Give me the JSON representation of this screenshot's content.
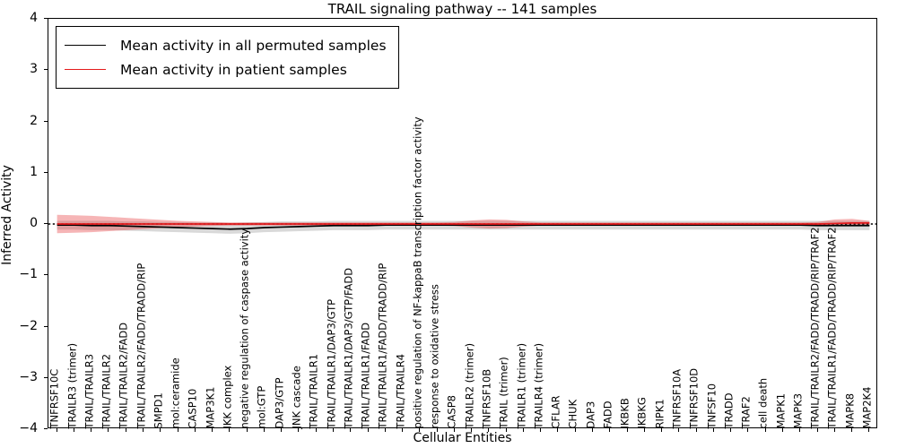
{
  "chart_data": {
    "type": "line",
    "title": "TRAIL signaling pathway -- 141 samples",
    "xlabel": "Cellular Entities",
    "ylabel": "Inferred Activity",
    "ylim": [
      -4,
      4
    ],
    "yticks": [
      -4,
      -3,
      -2,
      -1,
      0,
      1,
      2,
      3,
      4
    ],
    "grid": false,
    "legend_position": "upper left",
    "n_samples": 141,
    "categories": [
      "TNFRSF10C",
      "TRAILR3 (trimer)",
      "TRAIL/TRAILR3",
      "TRAIL/TRAILR2",
      "TRAIL/TRAILR2/FADD",
      "TRAIL/TRAILR2/FADD/TRADD/RIP",
      "SMPD1",
      "mol:ceramide",
      "CASP10",
      "MAP3K1",
      "IKK complex",
      "negative regulation of caspase activity",
      "mol:GTP",
      "DAP3/GTP",
      "JNK cascade",
      "TRAIL/TRAILR1",
      "TRAIL/TRAILR1/DAP3/GTP",
      "TRAIL/TRAILR1/DAP3/GTP/FADD",
      "TRAIL/TRAILR1/FADD",
      "TRAIL/TRAILR1/FADD/TRADD/RIP",
      "TRAIL/TRAILR4",
      "positive regulation of NF-kappaB transcription factor activity",
      "response to oxidative stress",
      "CASP8",
      "TRAILR2 (trimer)",
      "TNFRSF10B",
      "TRAIL (trimer)",
      "TRAILR1 (trimer)",
      "TRAILR4 (trimer)",
      "CFLAR",
      "CHUK",
      "DAP3",
      "FADD",
      "IKBKB",
      "IKBKG",
      "RIPK1",
      "TNFRSF10A",
      "TNFRSF10D",
      "TNFSF10",
      "TRADD",
      "TRAF2",
      "cell death",
      "MAPK1",
      "MAPK3",
      "TRAIL/TRAILR2/FADD/TRADD/RIP/TRAF2",
      "TRAIL/TRAILR1/FADD/TRADD/RIP/TRAF2",
      "MAPK8",
      "MAP2K4"
    ],
    "series": [
      {
        "name": "Mean activity in all permuted samples",
        "color": "#000000",
        "style": "solid",
        "values": [
          -0.02,
          -0.02,
          -0.03,
          -0.03,
          -0.04,
          -0.05,
          -0.06,
          -0.07,
          -0.08,
          -0.09,
          -0.1,
          -0.09,
          -0.07,
          -0.06,
          -0.05,
          -0.04,
          -0.03,
          -0.03,
          -0.03,
          -0.02,
          -0.02,
          -0.02,
          -0.02,
          -0.02,
          -0.02,
          -0.02,
          -0.02,
          -0.02,
          -0.02,
          -0.02,
          -0.02,
          -0.02,
          -0.02,
          -0.02,
          -0.02,
          -0.02,
          -0.02,
          -0.02,
          -0.02,
          -0.02,
          -0.02,
          -0.02,
          -0.02,
          -0.02,
          -0.03,
          -0.03,
          -0.03,
          -0.03
        ],
        "band_low": [
          -0.11,
          -0.11,
          -0.12,
          -0.12,
          -0.13,
          -0.14,
          -0.15,
          -0.16,
          -0.17,
          -0.18,
          -0.19,
          -0.18,
          -0.16,
          -0.15,
          -0.14,
          -0.13,
          -0.12,
          -0.12,
          -0.12,
          -0.11,
          -0.11,
          -0.11,
          -0.11,
          -0.11,
          -0.11,
          -0.11,
          -0.11,
          -0.11,
          -0.11,
          -0.11,
          -0.11,
          -0.11,
          -0.11,
          -0.11,
          -0.11,
          -0.11,
          -0.11,
          -0.11,
          -0.11,
          -0.11,
          -0.11,
          -0.11,
          -0.11,
          -0.11,
          -0.12,
          -0.12,
          -0.12,
          -0.12
        ],
        "band_high": [
          0.06,
          0.06,
          0.06,
          0.06,
          0.05,
          0.05,
          0.04,
          0.04,
          0.03,
          0.03,
          0.02,
          0.03,
          0.04,
          0.05,
          0.05,
          0.05,
          0.06,
          0.06,
          0.06,
          0.06,
          0.06,
          0.06,
          0.06,
          0.06,
          0.06,
          0.06,
          0.06,
          0.06,
          0.06,
          0.06,
          0.06,
          0.06,
          0.06,
          0.06,
          0.06,
          0.06,
          0.06,
          0.06,
          0.06,
          0.06,
          0.06,
          0.06,
          0.06,
          0.06,
          0.06,
          0.06,
          0.06,
          0.06
        ]
      },
      {
        "name": "Mean activity in patient samples",
        "color": "#e41a1c",
        "style": "solid",
        "values": [
          0.0,
          0.0,
          0.0,
          0.0,
          0.0,
          0.0,
          0.0,
          0.0,
          0.0,
          0.0,
          0.0,
          0.0,
          0.0,
          0.0,
          0.0,
          0.0,
          0.0,
          0.0,
          0.0,
          0.0,
          0.0,
          0.0,
          0.0,
          0.0,
          0.0,
          0.0,
          0.0,
          0.0,
          0.0,
          0.0,
          0.0,
          0.0,
          0.0,
          0.0,
          0.0,
          0.0,
          0.0,
          0.0,
          0.0,
          0.0,
          0.0,
          0.0,
          0.0,
          0.0,
          0.0,
          0.01,
          0.02,
          0.02
        ],
        "band_low": [
          -0.18,
          -0.17,
          -0.16,
          -0.14,
          -0.12,
          -0.1,
          -0.08,
          -0.06,
          -0.05,
          -0.04,
          -0.03,
          -0.03,
          -0.03,
          -0.03,
          -0.03,
          -0.03,
          -0.03,
          -0.03,
          -0.03,
          -0.03,
          -0.03,
          -0.03,
          -0.03,
          -0.04,
          -0.07,
          -0.09,
          -0.08,
          -0.05,
          -0.03,
          -0.03,
          -0.03,
          -0.03,
          -0.03,
          -0.03,
          -0.03,
          -0.03,
          -0.03,
          -0.03,
          -0.03,
          -0.03,
          -0.03,
          -0.03,
          -0.03,
          -0.03,
          -0.03,
          -0.03,
          -0.03,
          -0.03
        ],
        "band_high": [
          0.18,
          0.17,
          0.16,
          0.14,
          0.12,
          0.1,
          0.08,
          0.06,
          0.05,
          0.04,
          0.03,
          0.03,
          0.03,
          0.03,
          0.03,
          0.03,
          0.03,
          0.03,
          0.03,
          0.03,
          0.03,
          0.03,
          0.03,
          0.04,
          0.07,
          0.09,
          0.08,
          0.05,
          0.03,
          0.03,
          0.03,
          0.03,
          0.03,
          0.03,
          0.03,
          0.03,
          0.03,
          0.03,
          0.03,
          0.03,
          0.03,
          0.03,
          0.03,
          0.03,
          0.04,
          0.09,
          0.1,
          0.06
        ]
      }
    ],
    "zero_reference": {
      "value": 0,
      "color": "#000000",
      "style": "dotted"
    }
  },
  "legend": {
    "entries": [
      {
        "label": "Mean activity in all permuted samples",
        "color": "#000000"
      },
      {
        "label": "Mean activity in patient samples",
        "color": "#e41a1c"
      }
    ]
  }
}
